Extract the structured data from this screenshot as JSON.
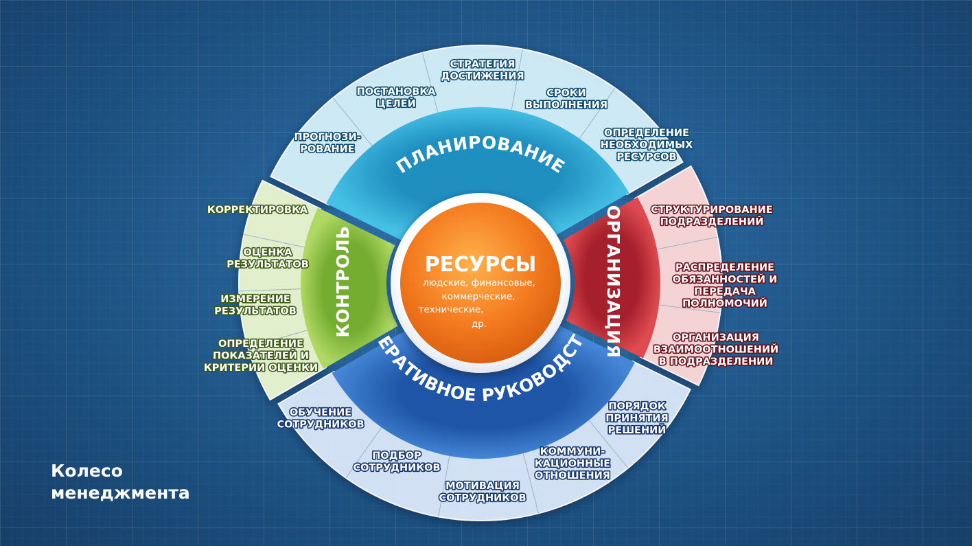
{
  "caption": {
    "line1": "Колесо",
    "line2": "менеджмента"
  },
  "center": {
    "title": "РЕСУРСЫ",
    "subtitle_lines": [
      "людские, финансовые,",
      "коммерческие,",
      "технические,",
      "др."
    ]
  },
  "sectors": {
    "planning": "ПЛАНИРОВАНИЕ",
    "organization": "ОРГАНИЗАЦИЯ",
    "operational": "ОПЕРАТИВНОЕ РУКОВОДСТВО",
    "control": "КОНТРОЛЬ"
  },
  "outer": {
    "planning": [
      {
        "lines": [
          "ПРОГНОЗИ-",
          "РОВАНИЕ"
        ]
      },
      {
        "lines": [
          "ПОСТАНОВКА",
          "ЦЕЛЕЙ"
        ]
      },
      {
        "lines": [
          "СТРАТЕГИЯ",
          "ДОСТИЖЕНИЯ"
        ]
      },
      {
        "lines": [
          "СРОКИ",
          "ВЫПОЛНЕНИЯ"
        ]
      },
      {
        "lines": [
          "ОПРЕДЕЛЕНИЕ",
          "НЕОБХОДИМЫХ",
          "РЕСУРСОВ"
        ]
      }
    ],
    "organization": [
      {
        "lines": [
          "СТРУКТУРИРОВАНИЕ",
          "ПОДРАЗДЕЛЕНИЙ"
        ]
      },
      {
        "lines": [
          "РАСПРЕДЕЛЕНИЕ",
          "ОБЯЗАННОСТЕЙ И",
          "ПЕРЕДАЧА",
          "ПОЛНОМОЧИЙ"
        ]
      },
      {
        "lines": [
          "ОРГАНИЗАЦИЯ",
          "ВЗАИМООТНОШЕНИЙ",
          "В ПОДРАЗДЕЛЕНИИ"
        ]
      }
    ],
    "operational": [
      {
        "lines": [
          "ПОРЯДОК",
          "ПРИНЯТИЯ",
          "РЕШЕНИЙ"
        ]
      },
      {
        "lines": [
          "КОММУНИ-",
          "КАЦИОННЫЕ",
          "ОТНОШЕНИЯ"
        ]
      },
      {
        "lines": [
          "МОТИВАЦИЯ",
          "СОТРУДНИКОВ"
        ]
      },
      {
        "lines": [
          "ПОДБОР",
          "СОТРУДНИКОВ"
        ]
      },
      {
        "lines": [
          "ОБУЧЕНИЕ",
          "СОТРУДНИКОВ"
        ]
      }
    ],
    "control": [
      {
        "lines": [
          "КОРРЕКТИРОВКА"
        ]
      },
      {
        "lines": [
          "ОЦЕНКА",
          "РЕЗУЛЬТАТОВ"
        ]
      },
      {
        "lines": [
          "ИЗМЕРЕНИЕ",
          "РЕЗУЛЬТАТОВ"
        ]
      },
      {
        "lines": [
          "ОПРЕДЕЛЕНИЕ",
          "ПОКАЗАТЕЛЕЙ И",
          "КРИТЕРИИ ОЦЕНКИ"
        ]
      }
    ]
  },
  "colors": {
    "planning": "#2aa7cf",
    "planning_outer": "#d4eef8",
    "organization": "#c8323b",
    "organization_outer": "#fbd7d9",
    "operational": "#2f6fc4",
    "operational_outer": "#d8e5f7",
    "control": "#8cc24a",
    "control_outer": "#e8f4cf",
    "center": "#f47a1f",
    "text_planning": "#0f4a70",
    "text_organization": "#6a0f18",
    "text_operational": "#16356e",
    "text_control": "#3a5a12"
  }
}
